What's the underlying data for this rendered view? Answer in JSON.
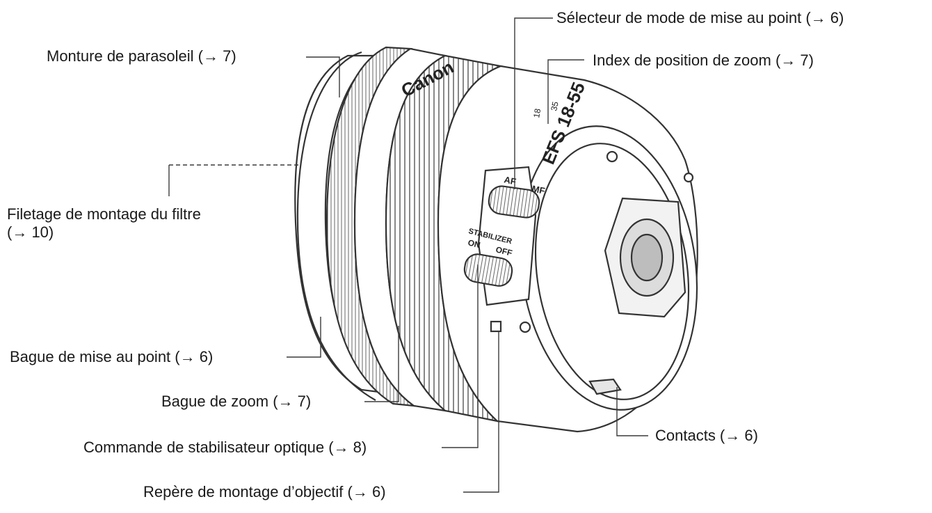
{
  "callouts": {
    "focus_mode_switch": "Sélecteur de mode de mise au point (→ 6)",
    "lens_hood_mount": "Monture de parasoleil (→ 7)",
    "zoom_position_index": "Index de position de zoom (→ 7)",
    "filter_thread_line1": "Filetage de montage du filtre",
    "filter_thread_line2": "(→ 10)",
    "focus_ring": "Bague de mise au point (→ 6)",
    "zoom_ring": "Bague de zoom (→ 7)",
    "stabilizer_switch": "Commande de stabilisateur optique (→ 8)",
    "contacts": "Contacts (→ 6)",
    "lens_mount_index": "Repère de montage d’objectif (→ 6)"
  },
  "lens_markings": {
    "brand": "Canon",
    "model": "EFS 18-55",
    "af_label": "AF",
    "mf_label": "MF",
    "stabilizer_label": "STABILIZER",
    "on_label": "ON",
    "off_label": "OFF",
    "zoom_18": "18",
    "zoom_35": "35"
  },
  "colors": {
    "line": "#3a3a3a",
    "text": "#1a1a1a"
  }
}
